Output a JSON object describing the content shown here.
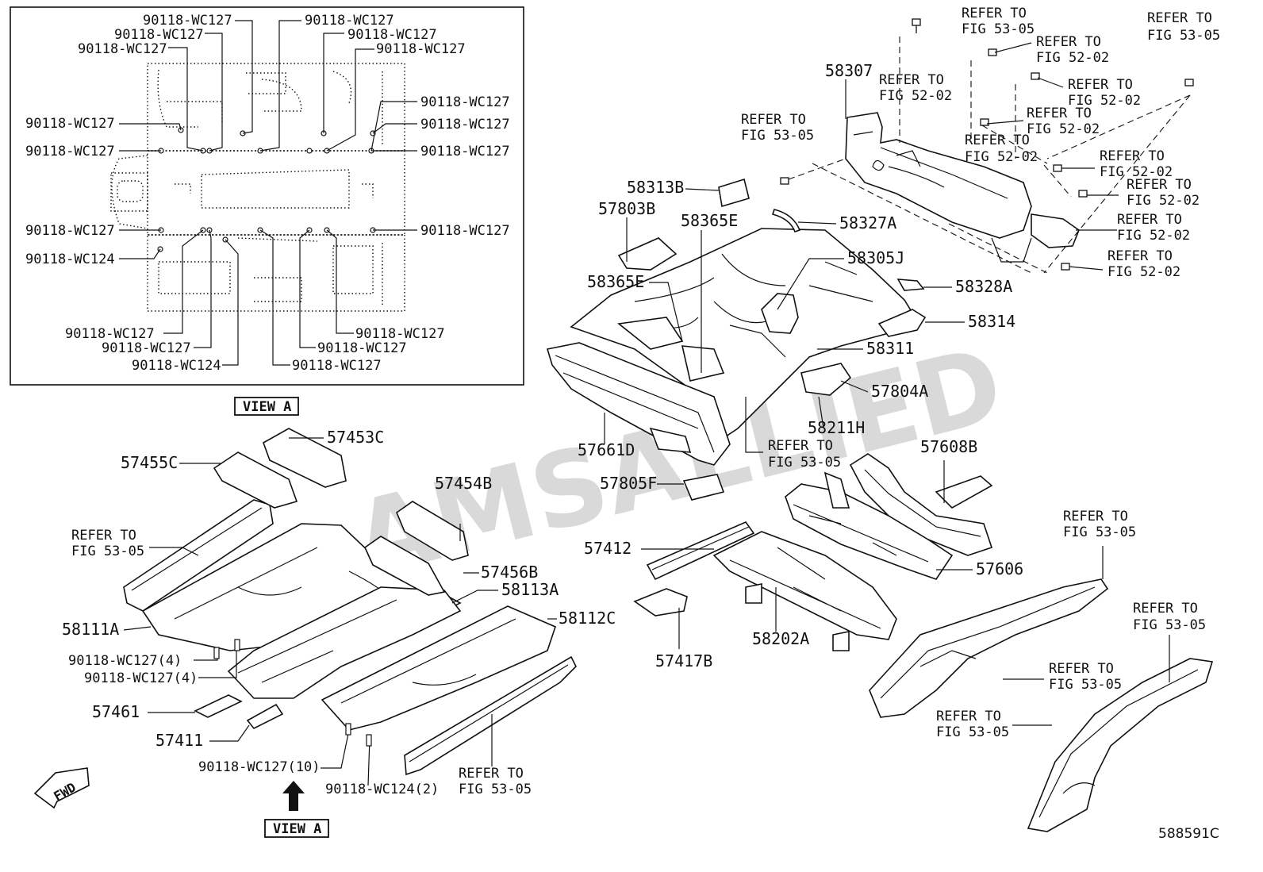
{
  "view_a": {
    "title": "VIEW A",
    "labels": {
      "t1": "90118-WC127",
      "t2": "90118-WC127",
      "t3": "90118-WC127",
      "t4": "90118-WC127",
      "t5": "90118-WC127",
      "t6": "90118-WC127",
      "l1": "90118-WC127",
      "l2": "90118-WC127",
      "l3": "90118-WC127",
      "l4": "90118-WC124",
      "r1": "90118-WC127",
      "r2": "90118-WC127",
      "r3": "90118-WC127",
      "r4": "90118-WC127",
      "b1": "90118-WC127",
      "b2": "90118-WC127",
      "b3": "90118-WC124",
      "b4": "90118-WC127",
      "b5": "90118-WC127",
      "b6": "90118-WC127"
    }
  },
  "parts": {
    "p58307": "58307",
    "p58313B": "58313B",
    "p57803B": "57803B",
    "p58365E_a": "58365E",
    "p58365E_b": "58365E",
    "p58327A": "58327A",
    "p58305J": "58305J",
    "p58328A": "58328A",
    "p58314": "58314",
    "p58311": "58311",
    "p57804A": "57804A",
    "p58211H": "58211H",
    "p57661D": "57661D",
    "p57805F": "57805F",
    "p57608B": "57608B",
    "p57606": "57606",
    "p57412": "57412",
    "p57417B": "57417B",
    "p58202A": "58202A",
    "p57453C": "57453C",
    "p57455C": "57455C",
    "p57454B": "57454B",
    "p57456B": "57456B",
    "p58113A": "58113A",
    "p58112C": "58112C",
    "p58111A": "58111A",
    "p57461": "57461",
    "p57411": "57411"
  },
  "fasteners": {
    "f1": "90118-WC127(4)",
    "f2": "90118-WC127(4)",
    "f3": "90118-WC127(10)",
    "f4": "90118-WC124(2)"
  },
  "refs": {
    "refer": "REFER TO",
    "r1_fig": "FIG 53-05",
    "r2_fig": "FIG 53-05",
    "r3_fig": "FIG 52-02",
    "r4_fig": "FIG 52-02",
    "r5_fig": "FIG 52-02",
    "r6_fig": "FIG 52-02",
    "r7_fig": "FIG 52-02",
    "r8_fig": "FIG 52-02",
    "r9_fig": "FIG 52-02",
    "r10_fig": "FIG 52-02",
    "r11_fig": "FIG 52-02",
    "r12_fig": "FIG 53-05",
    "r13_fig": "FIG 53-05",
    "r14_fig": "FIG 53-05",
    "r15_fig": "FIG 53-05",
    "r16_fig": "FIG 53-05",
    "r17_fig": "FIG 53-05",
    "r18_fig": "FIG 53-05",
    "r19_fig": "FIG 53-05"
  },
  "bottom_view": "VIEW A",
  "fwd": "FWD",
  "watermark": "AMSALLIED",
  "figure_id": "588591C"
}
